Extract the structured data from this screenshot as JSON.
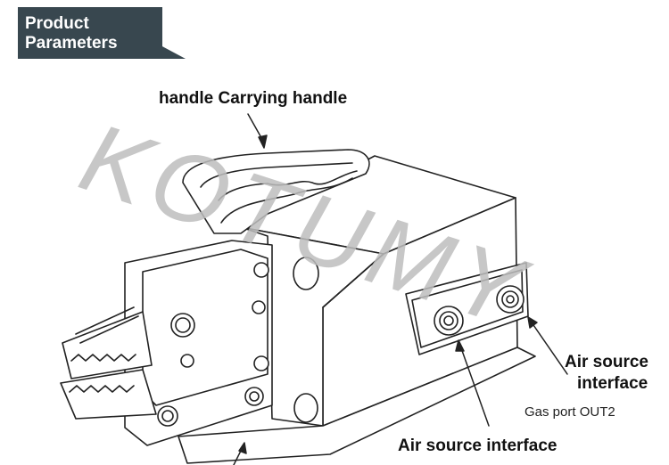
{
  "badge": {
    "line1": "Product",
    "line2": "Parameters"
  },
  "labels": {
    "handle": "handle Carrying handle",
    "air_source_right_line1": "Air source",
    "air_source_right_line2": "interface",
    "gas_port": "Gas port OUT2",
    "air_source_bottom": "Air source interface"
  },
  "watermark": "KOTUMY",
  "colors": {
    "badge_bg": "#38474f",
    "badge_text": "#ffffff",
    "watermark": "#bdbdbd",
    "lines": "#222222"
  }
}
